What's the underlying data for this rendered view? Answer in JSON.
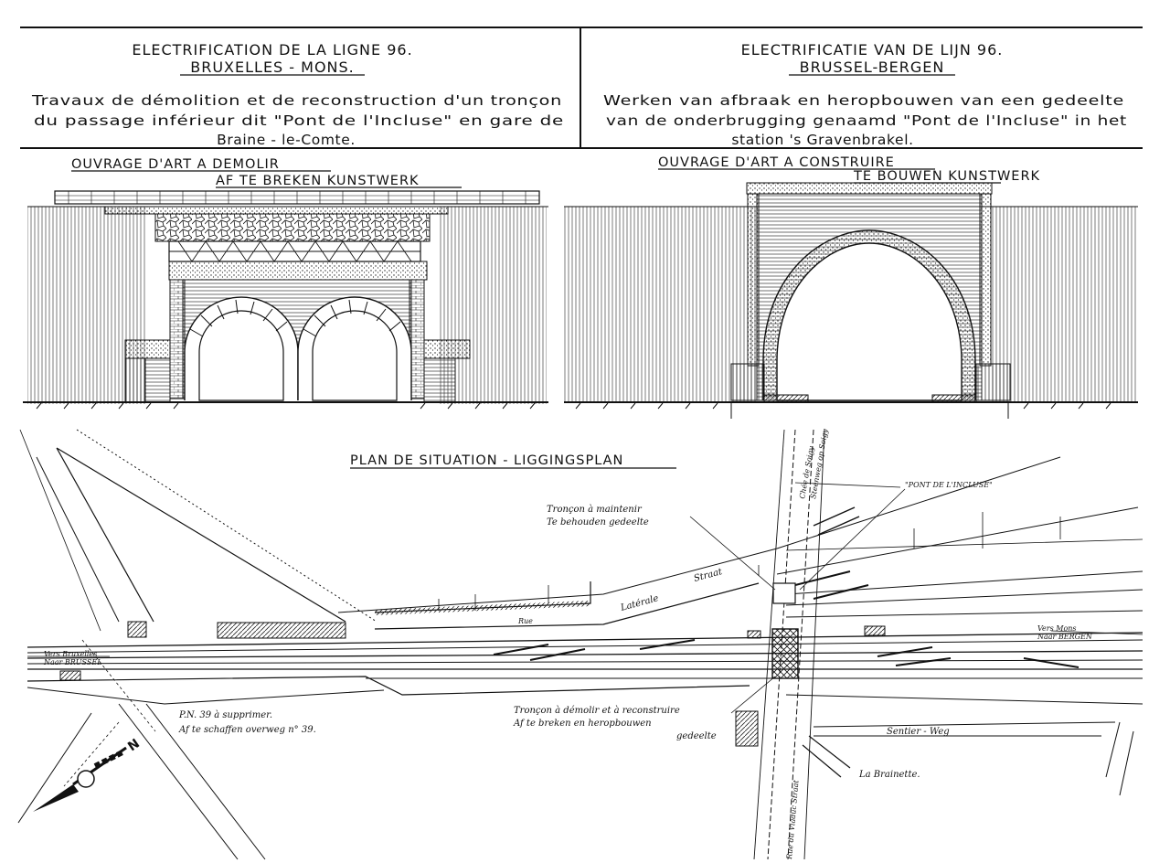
{
  "header": {
    "fr": {
      "title_line1": "ELECTRIFICATION DE LA LIGNE 96.",
      "title_line2": "BRUXELLES - MONS.",
      "desc_line1": "Travaux de démolition et de reconstruction d'un tronçon",
      "desc_line2": "du passage inférieur dit \"Pont de l'Incluse\" en gare de",
      "desc_line3": "Braine - le-Comte."
    },
    "nl": {
      "title_line1": "ELECTRIFICATIE VAN DE LIJN 96.",
      "title_line2": "BRUSSEL-BERGEN",
      "desc_line1": "Werken van afbraak en heropbouwen van een gedeelte",
      "desc_line2": "van de onderbrugging genaamd \"Pont de l'Incluse\" in het",
      "desc_line3": "station 's Gravenbrakel."
    }
  },
  "elevations": {
    "demolish": {
      "label_fr": "OUVRAGE D'ART A DEMOLIR",
      "label_nl": "AF TE BREKEN KUNSTWERK"
    },
    "construct": {
      "label_fr": "OUVRAGE D'ART A CONSTRUIRE",
      "label_nl": "TE BOUWEN KUNSTWERK"
    }
  },
  "plan": {
    "title": "PLAN DE SITUATION - LIGGINGSPLAN",
    "labels": {
      "keep_fr": "Tronçon à maintenir",
      "keep_nl": "Te behouden gedeelte",
      "pont": "\"PONT DE L'INCLUSE\"",
      "chaussee_fr": "Chée de Soigy",
      "chaussee_nl": "Steenweg op Soigy",
      "rue": "Rue",
      "laterale": "Latérale",
      "straat": "Straat",
      "vers_mons": "Vers Mons",
      "naar_bergen": "Naar BERGEN",
      "vers_bruxelles": "Vers Bruxelles",
      "naar_brussel": "Naar BRUSSEL",
      "pn_fr": "P.N. 39 à supprimer.",
      "pn_nl": "Af te schaffen overweg n° 39.",
      "demolish_fr": "Tronçon à démolir et à reconstruire",
      "demolish_nl1": "Af te breken en heropbouwen",
      "demolish_nl2": "gedeelte",
      "sentier": "Sentier - Weg",
      "brainette": "La Brainette.",
      "viaduc": "Rue du Viaduc Straat",
      "north": "N"
    }
  }
}
